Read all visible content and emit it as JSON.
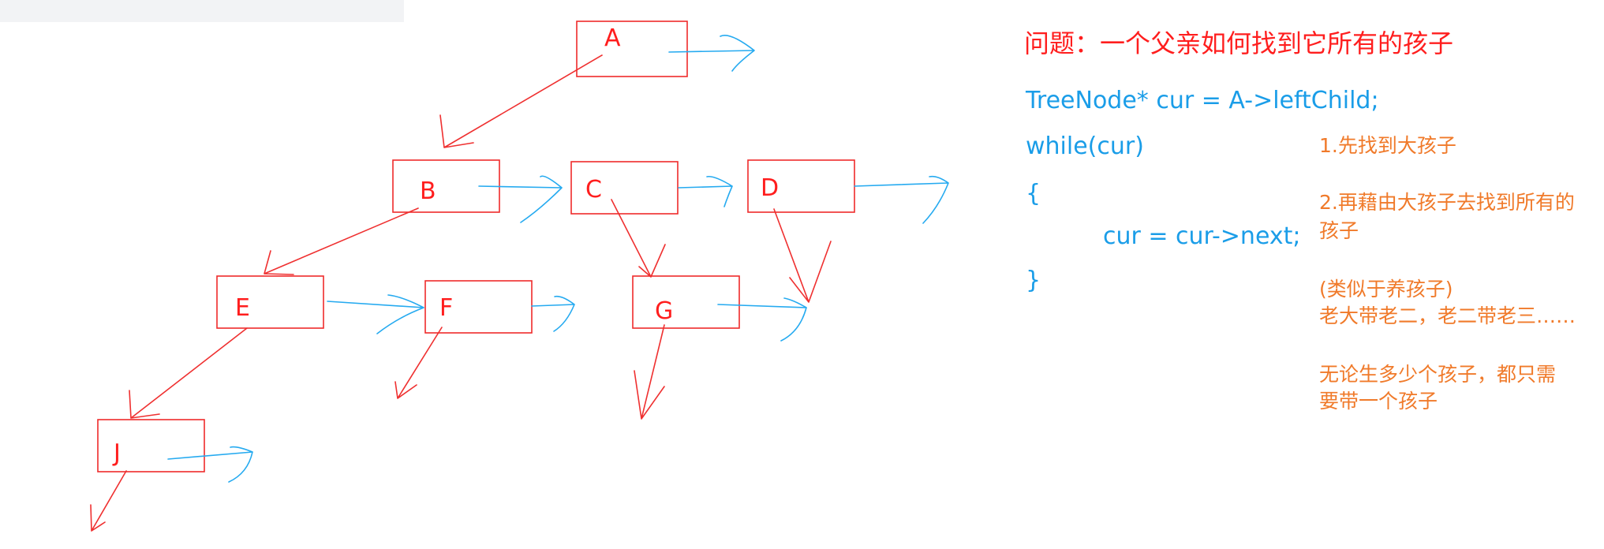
{
  "question": "问题：一个父亲如何找到它所有的孩子",
  "code": [
    "TreeNode* cur = A->leftChild;",
    "while(cur)",
    "{",
    "cur = cur->next;",
    "}"
  ],
  "notes": [
    "1.先找到大孩子",
    "2.再藉由大孩子去找到所有的",
    "孩子",
    "(类似于养孩子)",
    "老大带老二，老二带老三……",
    "无论生多少个孩子，都只需",
    "要带一个孩子"
  ],
  "nodes": [
    {
      "id": "A",
      "label": "A"
    },
    {
      "id": "B",
      "label": "B"
    },
    {
      "id": "C",
      "label": "C"
    },
    {
      "id": "D",
      "label": "D"
    },
    {
      "id": "E",
      "label": "E"
    },
    {
      "id": "F",
      "label": "F"
    },
    {
      "id": "G",
      "label": "G"
    },
    {
      "id": "J",
      "label": "J"
    }
  ],
  "colors": {
    "child_pointer": "#ef3030",
    "sibling_pointer": "#25aaf0",
    "question_text": "#ff1e1e",
    "code_text": "#1a9de8",
    "note_text": "#f07a2a"
  }
}
